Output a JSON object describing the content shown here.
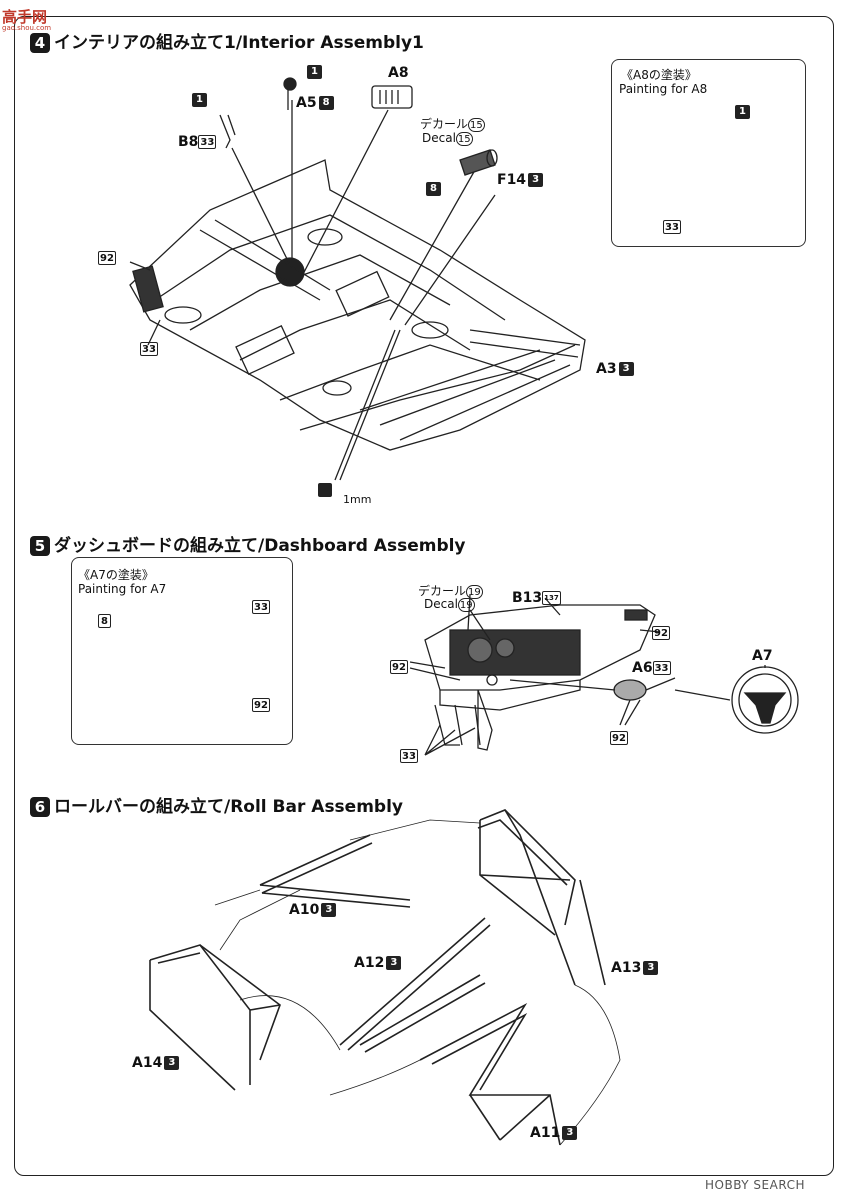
{
  "watermark": {
    "logo_text": "高手网",
    "logo_sub": "gao.shou.com",
    "footer": "HOBBY SEARCH"
  },
  "steps": [
    {
      "number": "4",
      "title": "インテリアの組み立て1/Interior Assembly1"
    },
    {
      "number": "5",
      "title": "ダッシュボードの組み立て/Dashboard Assembly"
    },
    {
      "number": "6",
      "title": "ロールバーの組み立て/Roll Bar Assembly"
    }
  ],
  "step4": {
    "paint_box": {
      "jp": "《A8の塗装》",
      "en": "Painting for A8",
      "color1": "1",
      "color2": "33"
    },
    "parts": {
      "b8": "B8",
      "b8_color": "33",
      "b8_paint": "1",
      "a5": "A5",
      "a5_num": "8",
      "a5_paint": "1",
      "a8": "A8",
      "decal_jp": "デカール",
      "decal_en": "Decal",
      "decal_num": "15",
      "f14": "F14",
      "f14_num": "3",
      "f14_color": "8",
      "a3": "A3",
      "a3_num": "3",
      "c92": "92",
      "c33": "33",
      "drill": "1mm"
    }
  },
  "step5": {
    "paint_box": {
      "jp": "《A7の塗装》",
      "en": "Painting for A7",
      "c8": "8",
      "c33": "33",
      "c92": "92"
    },
    "parts": {
      "decal_jp": "デカール",
      "decal_en": "Decal",
      "decal_num": "19",
      "b13": "B13",
      "b13_num": "137",
      "c92a": "92",
      "c92b": "92",
      "c92c": "92",
      "a6": "A6",
      "a6_num": "33",
      "a7": "A7",
      "c33": "33"
    }
  },
  "step6": {
    "parts": [
      {
        "name": "A10",
        "num": "3"
      },
      {
        "name": "A12",
        "num": "3"
      },
      {
        "name": "A13",
        "num": "3"
      },
      {
        "name": "A14",
        "num": "3"
      },
      {
        "name": "A11",
        "num": "3"
      }
    ]
  }
}
